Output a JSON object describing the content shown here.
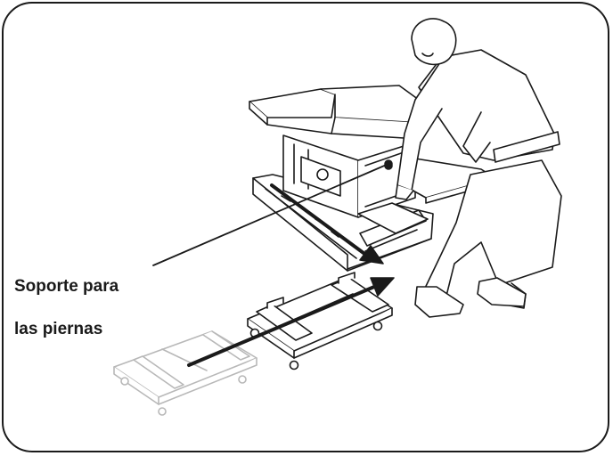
{
  "callout": {
    "line1": "Soporte para",
    "line2": "las piernas"
  },
  "colors": {
    "ink": "#1a1a1a",
    "faded": "#b8b8b8",
    "fill": "#ffffff"
  },
  "icons": [
    "technician-figure",
    "exam-table-on-pallet",
    "wheeled-dolly",
    "faded-dolly",
    "move-arrow"
  ]
}
